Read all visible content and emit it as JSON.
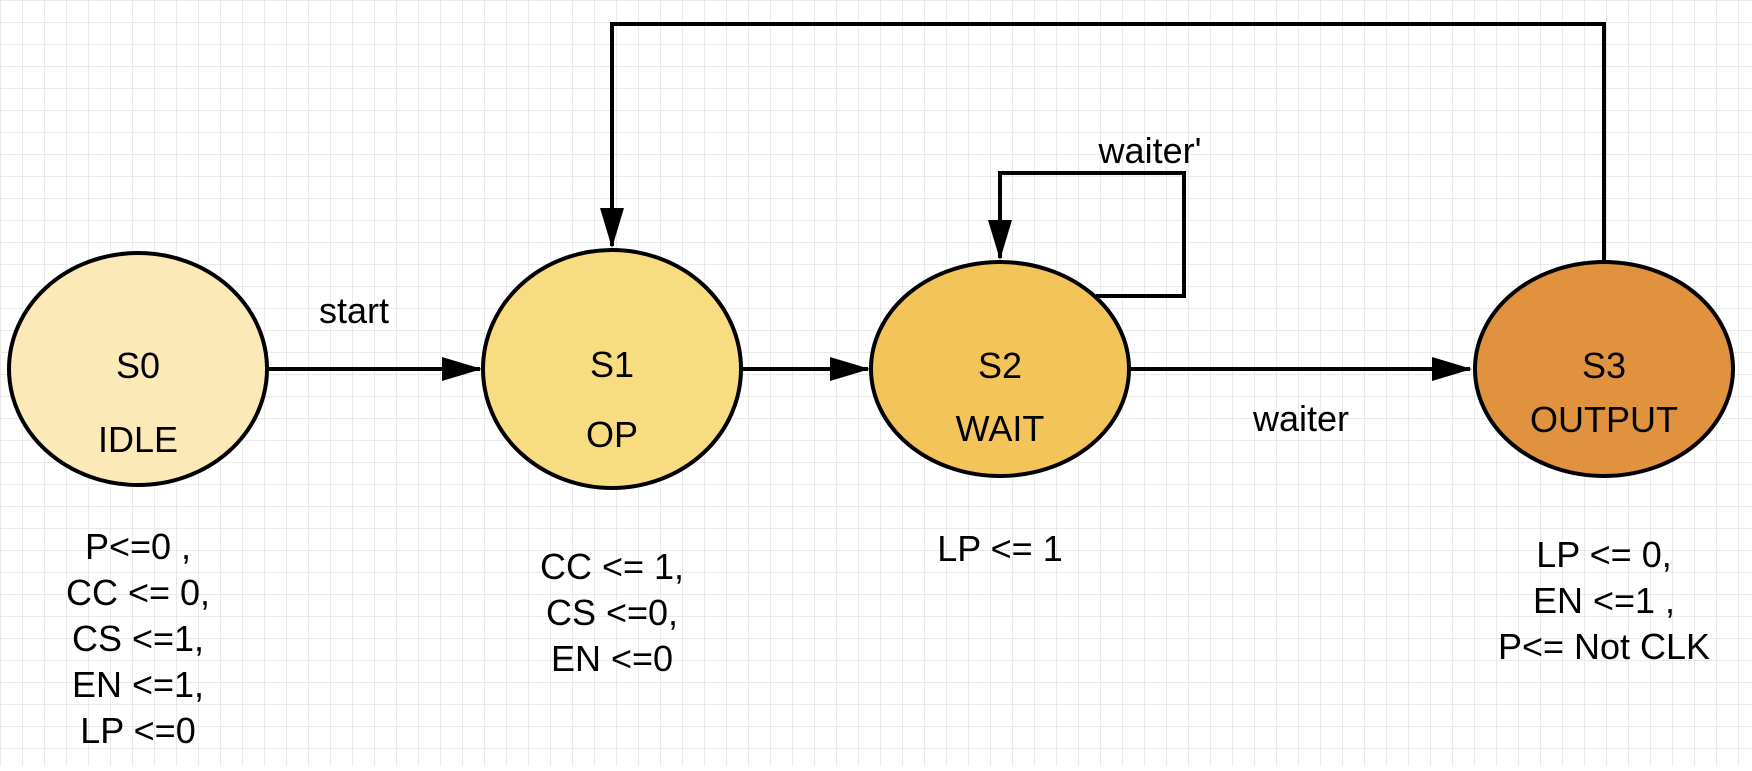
{
  "colors": {
    "s0_fill": "#FBE9B8",
    "s1_fill": "#F8DC82",
    "s2_fill": "#F3C459",
    "s3_fill": "#E0923F",
    "stroke": "#000000",
    "grid": "#e9e9e9"
  },
  "states": [
    {
      "id": "S0",
      "name": "S0",
      "desc": "IDLE"
    },
    {
      "id": "S1",
      "name": "S1",
      "desc": "OP"
    },
    {
      "id": "S2",
      "name": "S2",
      "desc": "WAIT"
    },
    {
      "id": "S3",
      "name": "S3",
      "desc": "OUTPUT"
    }
  ],
  "actions": {
    "s0": [
      "P<=0 ,",
      "CC <= 0,",
      "CS <=1,",
      "EN <=1,",
      "LP <=0"
    ],
    "s1": [
      "CC <= 1,",
      "CS <=0,",
      "EN <=0"
    ],
    "s2": [
      "LP <= 1"
    ],
    "s3": [
      "LP <= 0,",
      "EN <=1 ,",
      "P<= Not CLK"
    ]
  },
  "transitions": [
    {
      "from": "S0",
      "to": "S1",
      "label": "start"
    },
    {
      "from": "S1",
      "to": "S2",
      "label": ""
    },
    {
      "from": "S2",
      "to": "S2",
      "label": "waiter'"
    },
    {
      "from": "S2",
      "to": "S3",
      "label": "waiter"
    },
    {
      "from": "S3",
      "to": "S1",
      "label": ""
    }
  ]
}
